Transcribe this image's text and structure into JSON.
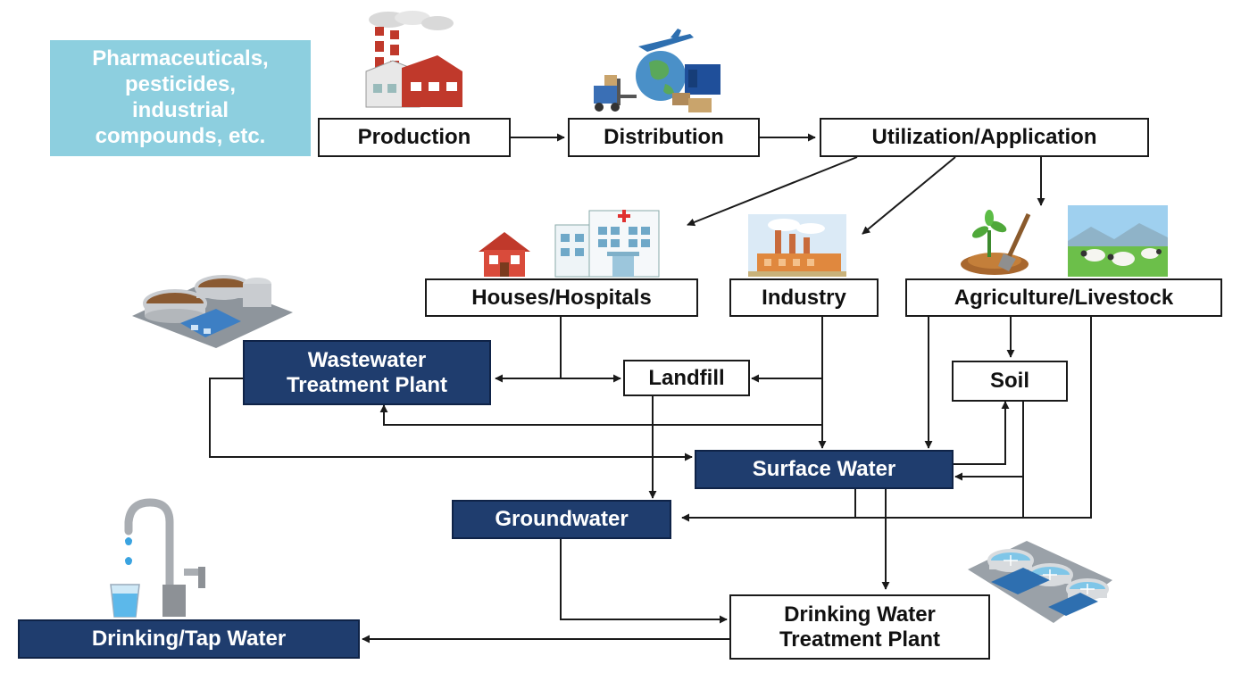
{
  "source_box": {
    "text": "Pharmaceuticals,\npesticides,\nindustrial\ncompounds, etc."
  },
  "nodes": {
    "production": "Production",
    "distribution": "Distribution",
    "utilization": "Utilization/Application",
    "houses_hospitals": "Houses/Hospitals",
    "industry": "Industry",
    "agriculture_livestock": "Agriculture/Livestock",
    "wastewater_plant": "Wastewater\nTreatment Plant",
    "landfill": "Landfill",
    "soil": "Soil",
    "surface_water": "Surface Water",
    "groundwater": "Groundwater",
    "drinking_plant": "Drinking Water\nTreatment Plant",
    "tap_water": "Drinking/Tap Water"
  },
  "colors": {
    "source_fill": "#8dcfdf",
    "water_node_fill": "#1f3d6e",
    "line": "#1a1a1a"
  },
  "icons": [
    "factory-icon",
    "globe-shipping-icon",
    "house-icon",
    "hospital-icon",
    "industrial-plant-icon",
    "plant-sprout-icon",
    "sheep-pasture-icon",
    "wastewater-facility-icon",
    "water-tap-icon",
    "water-treatment-facility-icon"
  ]
}
